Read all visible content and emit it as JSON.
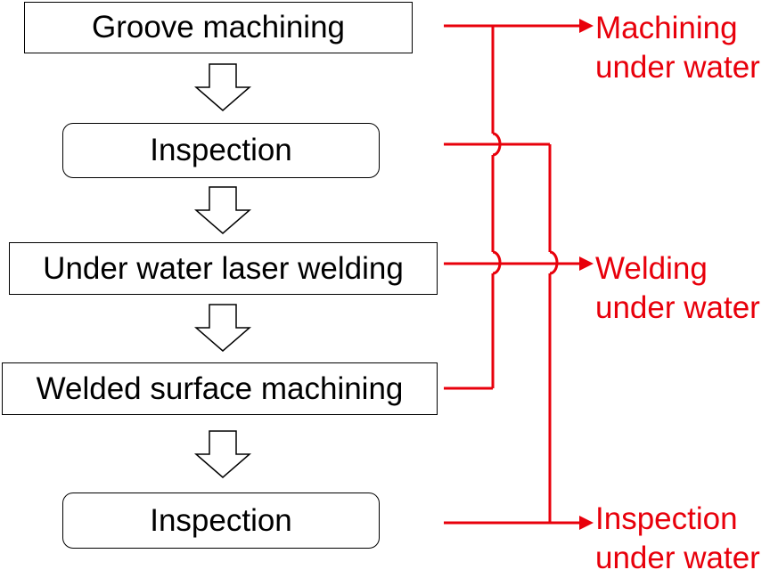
{
  "steps": [
    {
      "label": "Groove machining"
    },
    {
      "label": "Inspection"
    },
    {
      "label": "Under water laser welding"
    },
    {
      "label": "Welded surface machining"
    },
    {
      "label": "Inspection"
    }
  ],
  "categories": [
    {
      "line1": "Machining",
      "line2": "under water"
    },
    {
      "line1": "Welding",
      "line2": "under water"
    },
    {
      "line1": "Inspection",
      "line2": "under water"
    }
  ],
  "colors": {
    "accent": "#e8000b",
    "box_border": "#000000"
  }
}
